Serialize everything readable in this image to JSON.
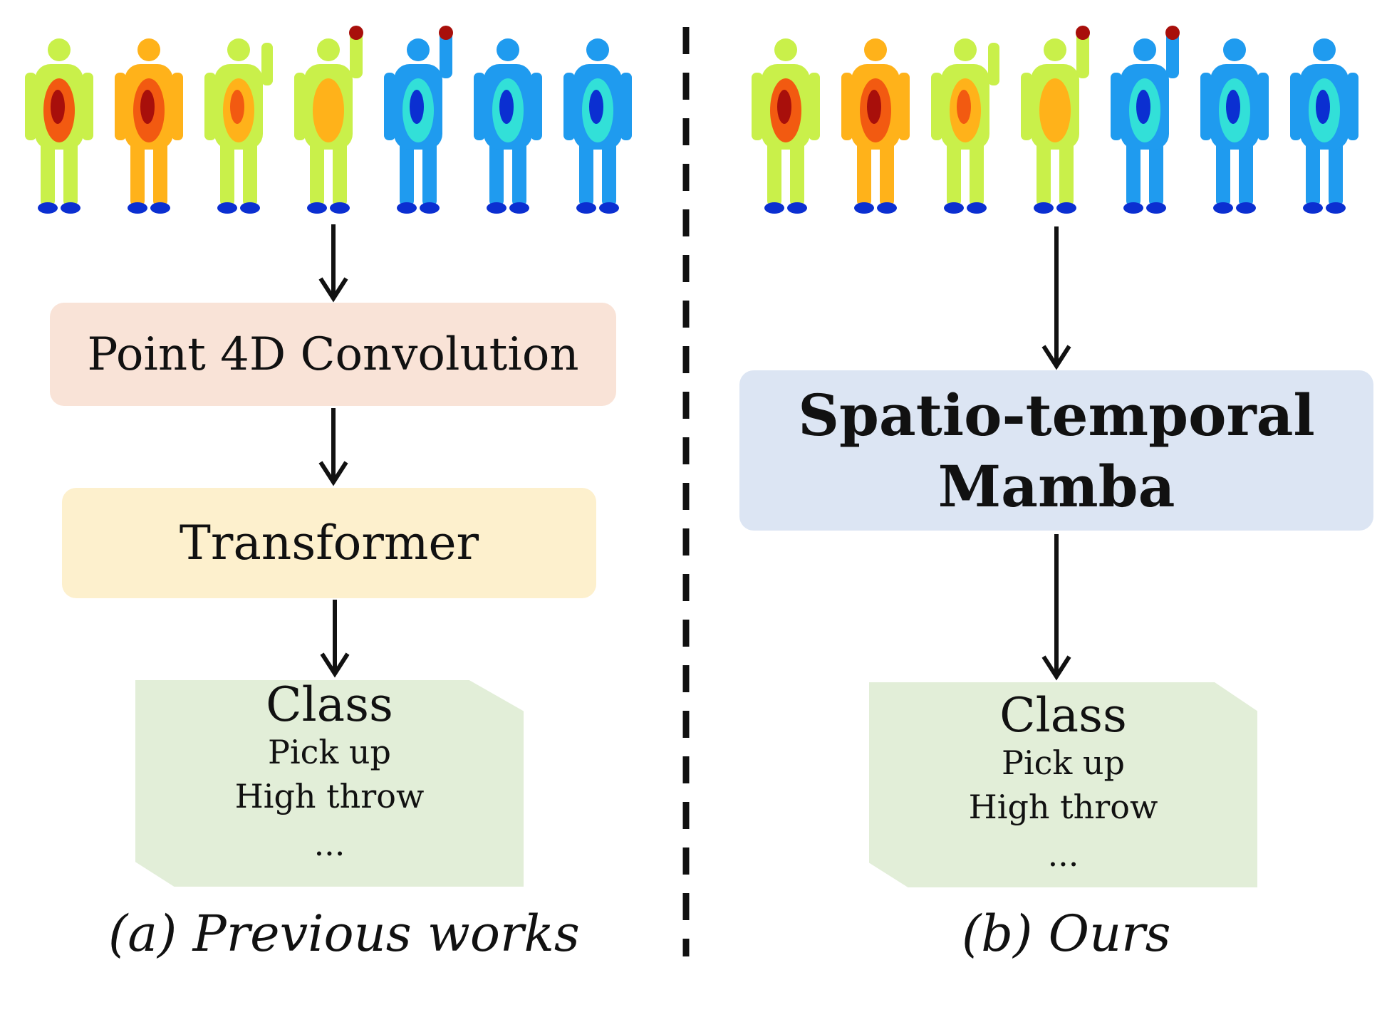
{
  "panel_a": {
    "conv_label": "Point 4D Convolution",
    "transformer_label": "Transformer",
    "class_card": {
      "title": "Class",
      "items": [
        "Pick up",
        "High throw"
      ],
      "ellipsis": "..."
    },
    "caption": "(a) Previous works"
  },
  "panel_b": {
    "mamba_label_line1": "Spatio-temporal",
    "mamba_label_line2": "Mamba",
    "class_card": {
      "title": "Class",
      "items": [
        "Pick up",
        "High throw"
      ],
      "ellipsis": "..."
    },
    "caption": "(b) Ours"
  },
  "colors": {
    "conv_box": "#f9e3d7",
    "transformer_box": "#fdf0cd",
    "mamba_box": "#dce5f3",
    "class_card": "#e2eed8",
    "heatmap": [
      "#0b2fd1",
      "#1f9bef",
      "#32e0d8",
      "#c9f04a",
      "#ffb21a",
      "#f25a11",
      "#a80f0b"
    ]
  }
}
